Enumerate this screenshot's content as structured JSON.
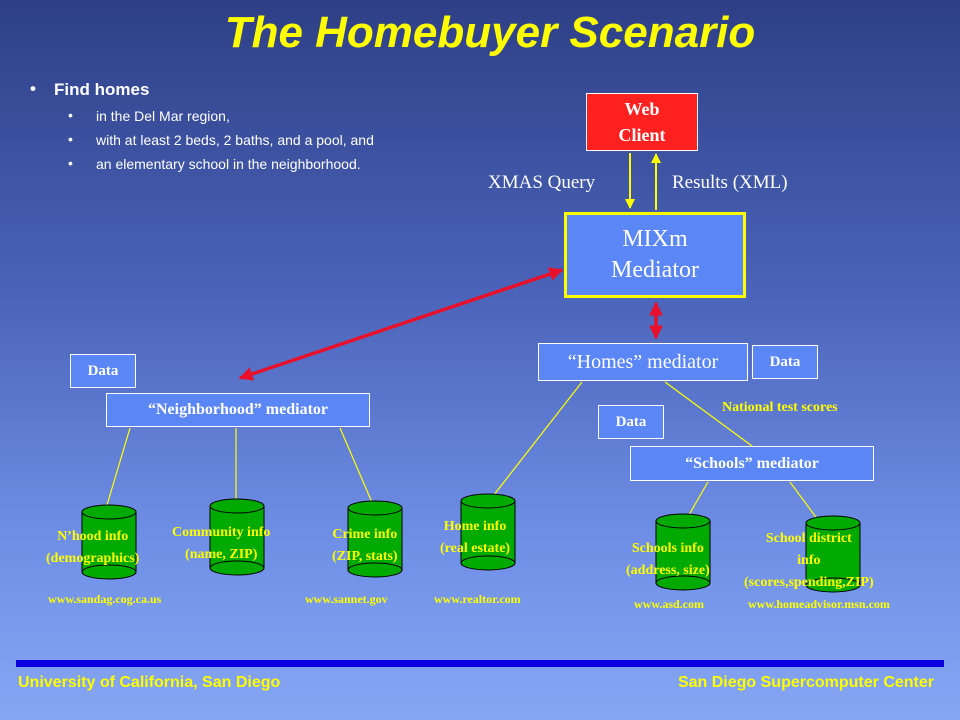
{
  "title": "The Homebuyer Scenario",
  "bullets": {
    "main": "Find homes",
    "sub": [
      "in the Del Mar region,",
      "with at least 2 beds, 2 baths, and a pool, and",
      "an elementary school in the neighborhood."
    ]
  },
  "nodes": {
    "web_client": [
      "Web",
      "Client"
    ],
    "mixm": [
      "MIXm",
      "Mediator"
    ],
    "homes": "“Homes” mediator",
    "neighborhood": "“Neighborhood” mediator",
    "schools": "“Schools” mediator"
  },
  "edge_labels": {
    "query": "XMAS Query",
    "results": "Results (XML)",
    "national": "National test scores"
  },
  "data_tag": "Data",
  "sources": [
    [
      "N’hood info",
      "(demographics)"
    ],
    [
      "Community info",
      "(name, ZIP)"
    ],
    [
      "Crime info",
      "(ZIP, stats)"
    ],
    [
      "Home info",
      "(real estate)"
    ],
    [
      "Schools info",
      "(address, size)"
    ],
    [
      "School district",
      "info",
      "(scores,spending,ZIP)"
    ]
  ],
  "urls": [
    "www.sandag.cog.ca.us",
    "www.sannet.gov",
    "www.realtor.com",
    "www.asd.com",
    "www.homeadvisor.msn.com"
  ],
  "footer": {
    "left": "University of California, San Diego",
    "right": "San Diego Supercomputer Center"
  },
  "colors": {
    "title": "#ffff00",
    "box": "#5b86f6",
    "web_client": "#ff2020",
    "cylinder": "#00aa00",
    "link_arrow": "#e8102a",
    "footer_bar": "#0b00e0"
  }
}
